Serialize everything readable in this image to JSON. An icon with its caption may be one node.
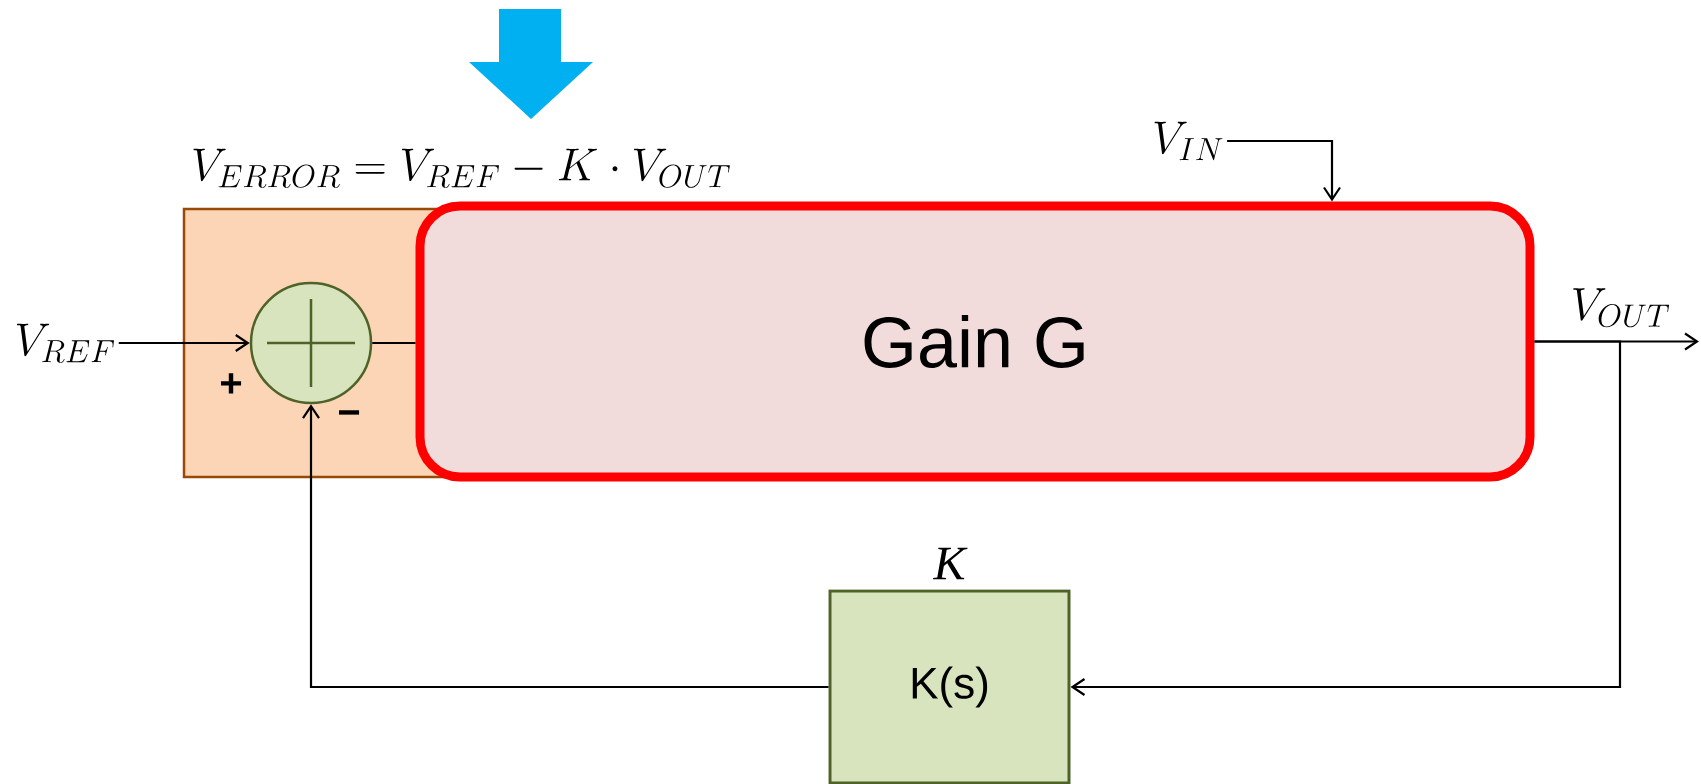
{
  "diagram": {
    "nodes": [
      {
        "text": [],
        "shape": "box"
      },
      {
        "text": [],
        "shape": "circle",
        "in": 0
      },
      {
        "text": [
          "Gain G"
        ]
      },
      {
        "text": [
          "K(s)"
        ],
        "beside": [
          "K"
        ]
      },
      {
        "text": [
          "V_{REF}"
        ]
      },
      {
        "text": [
          "V_{IN}"
        ]
      }
    ],
    "edges": [
      {
        "from": 4,
        "to": 1,
        "arrow": "to"
      },
      {
        "from": 1,
        "to": 2,
        "arrow": "none"
      },
      {
        "from": 2,
        "to": null,
        "arrow": "to",
        "label": "V_{OUT}"
      },
      {
        "from": 5,
        "to": 2,
        "arrow": "to"
      },
      {
        "from": 2,
        "to": 3,
        "arrow": "to"
      },
      {
        "from": 3,
        "to": 1,
        "arrow": "to"
      }
    ],
    "labels": [
      "V_{ERROR}=V_{REF}-K\\cdot V_{OUT}",
      "+",
      "−"
    ]
  }
}
